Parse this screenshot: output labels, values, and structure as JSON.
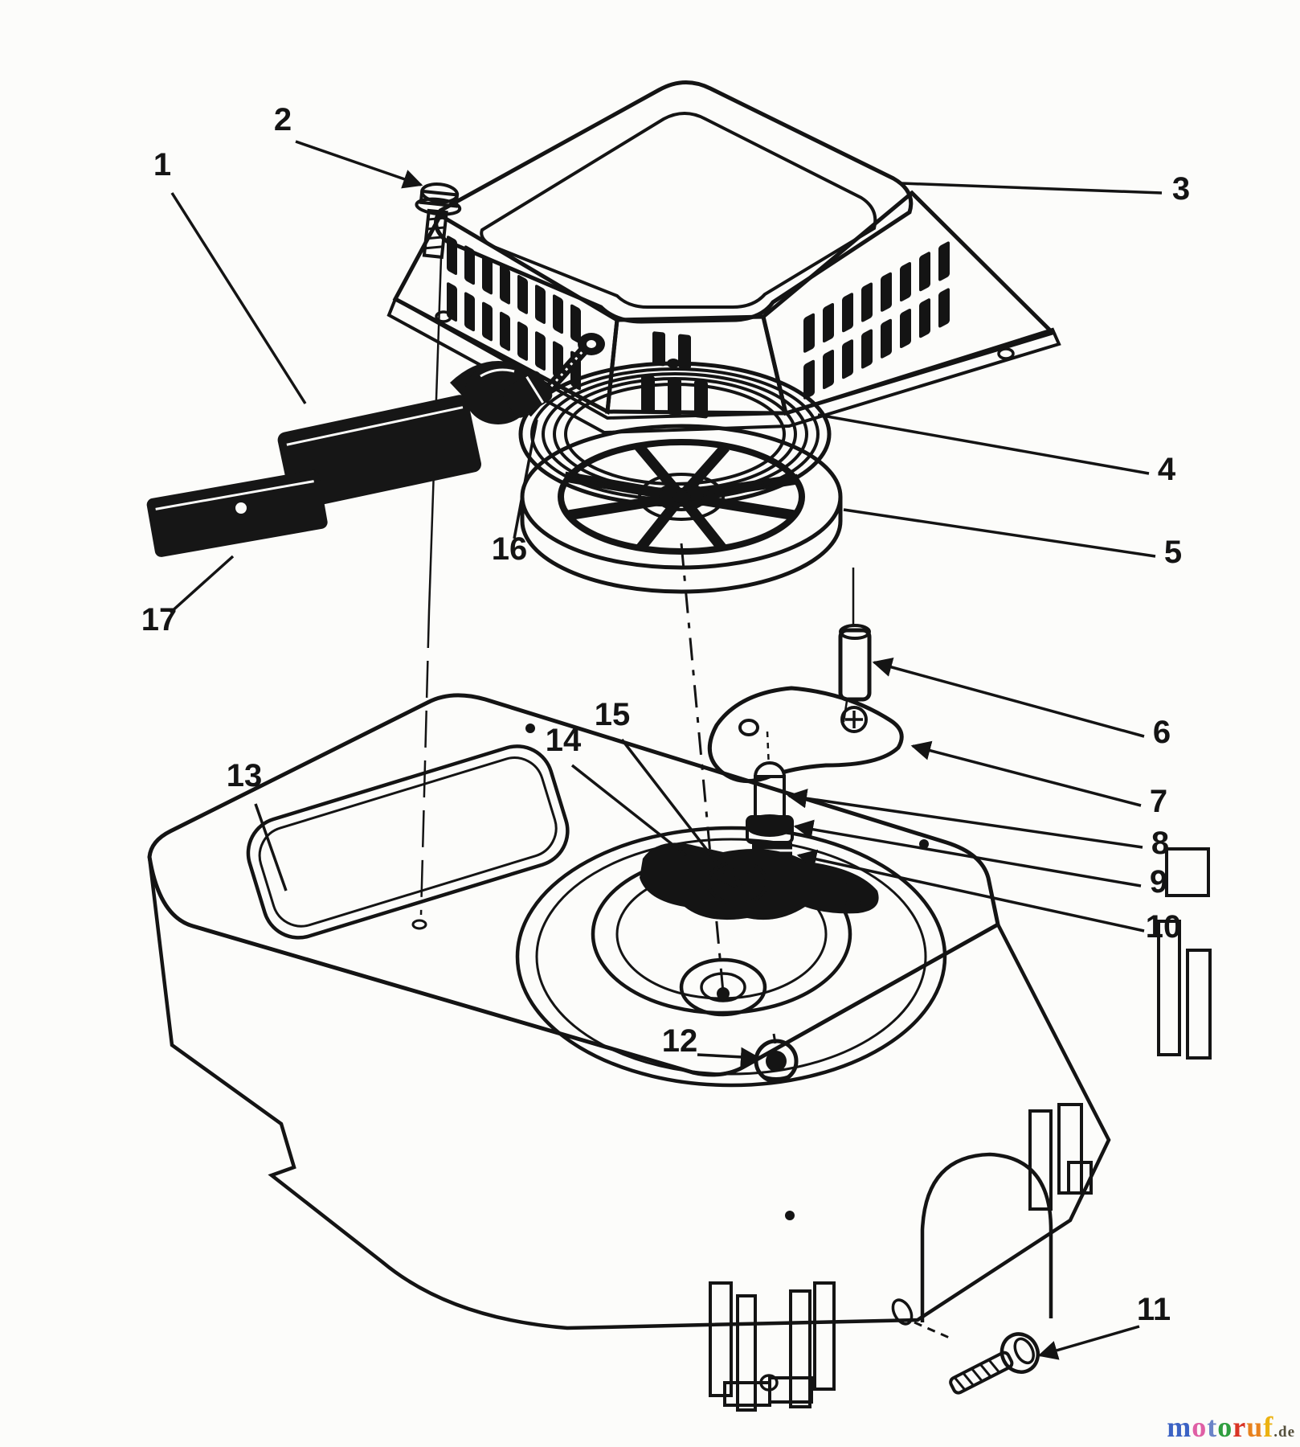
{
  "diagram": {
    "type": "exploded-parts-diagram",
    "subject": "recoil starter assembly",
    "line_color": "#141414",
    "background_color": "#fcfcfa"
  },
  "parts": [
    "1",
    "2",
    "3",
    "4",
    "5",
    "6",
    "7",
    "8",
    "9",
    "10",
    "11",
    "12",
    "13",
    "14",
    "15",
    "16",
    "17"
  ],
  "logo": {
    "text": "motoruf.de",
    "letters": [
      {
        "char": "m",
        "color": "#3b62c4"
      },
      {
        "char": "o",
        "color": "#df5fa5"
      },
      {
        "char": "t",
        "color": "#6b84c8"
      },
      {
        "char": "o",
        "color": "#2f9e3f"
      },
      {
        "char": "r",
        "color": "#d93425"
      },
      {
        "char": "u",
        "color": "#e8821e"
      },
      {
        "char": "f",
        "color": "#ecb211"
      }
    ],
    "suffix": {
      "char": ".de",
      "color": "#55503c"
    }
  }
}
